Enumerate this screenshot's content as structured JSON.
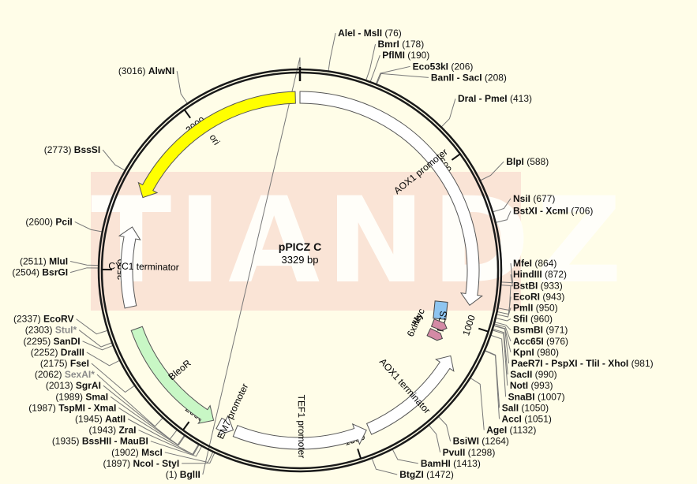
{
  "plasmid": {
    "name": "pPICZ C",
    "size": "3329 bp",
    "length": 3329
  },
  "watermark": "TIANDZ",
  "colors": {
    "background": "#fffde8",
    "ori": "#ffff00",
    "BleoR": "#c8f7c5",
    "MCS": "#8ec5f0",
    "tags": "#d48aa5"
  },
  "ticks": [
    {
      "bp": 500,
      "label": "500"
    },
    {
      "bp": 1000,
      "label": "1000"
    },
    {
      "bp": 1500,
      "label": "1500"
    },
    {
      "bp": 2000,
      "label": "2000"
    },
    {
      "bp": 2500,
      "label": "2500"
    },
    {
      "bp": 3000,
      "label": "3000"
    }
  ],
  "features": [
    {
      "name": "AOX1 promoter",
      "start": 1,
      "end": 941,
      "type": "arrow",
      "color": "#ffffff"
    },
    {
      "name": "AOX1 terminator",
      "start": 1107,
      "end": 1448,
      "type": "arrow",
      "reverse": true,
      "color": "#ffffff"
    },
    {
      "name": "TEF1 promoter",
      "start": 1457,
      "end": 1868,
      "type": "arrow",
      "reverse": true,
      "color": "#ffffff"
    },
    {
      "name": "EM7 promoter",
      "start": 1875,
      "end": 1923,
      "type": "arrow",
      "reverse": true,
      "color": "#ffffff"
    },
    {
      "name": "BleoR",
      "start": 1942,
      "end": 2316,
      "type": "arrow",
      "reverse": true,
      "color": "#c8f7c5"
    },
    {
      "name": "CYC1 terminator",
      "start": 2385,
      "end": 2632,
      "type": "arrow",
      "color": "#ffffff"
    },
    {
      "name": "ori",
      "start": 2728,
      "end": 3316,
      "type": "arrow",
      "reverse": true,
      "color": "#ffff00"
    },
    {
      "name": "MCS",
      "start": 940,
      "end": 1020,
      "type": "box",
      "color": "#8ec5f0"
    },
    {
      "name": "Myc",
      "start": 1015,
      "end": 1050,
      "type": "tag",
      "color": "#d48aa5"
    },
    {
      "name": "6xHis",
      "start": 1055,
      "end": 1085,
      "type": "tag",
      "color": "#d48aa5"
    }
  ],
  "sites": [
    {
      "name": "BglII",
      "pos": "(1)",
      "bp": 1,
      "side": "left"
    },
    {
      "name": "AleI - MslI",
      "pos": "(76)",
      "bp": 76,
      "side": "right"
    },
    {
      "name": "BmrI",
      "pos": "(178)",
      "bp": 178,
      "side": "right"
    },
    {
      "name": "PflMI",
      "pos": "(190)",
      "bp": 190,
      "side": "right"
    },
    {
      "name": "Eco53kI",
      "pos": "(206)",
      "bp": 206,
      "side": "right"
    },
    {
      "name": "BanII - SacI",
      "pos": "(208)",
      "bp": 208,
      "side": "right"
    },
    {
      "name": "DraI - PmeI",
      "pos": "(413)",
      "bp": 413,
      "side": "right"
    },
    {
      "name": "BlpI",
      "pos": "(588)",
      "bp": 588,
      "side": "right"
    },
    {
      "name": "NsiI",
      "pos": "(677)",
      "bp": 677,
      "side": "right"
    },
    {
      "name": "BstXI - XcmI",
      "pos": "(706)",
      "bp": 706,
      "side": "right"
    },
    {
      "name": "MfeI",
      "pos": "(864)",
      "bp": 864,
      "side": "right"
    },
    {
      "name": "HindIII",
      "pos": "(872)",
      "bp": 872,
      "side": "right"
    },
    {
      "name": "BstBI",
      "pos": "(933)",
      "bp": 933,
      "side": "right"
    },
    {
      "name": "EcoRI",
      "pos": "(943)",
      "bp": 943,
      "side": "right"
    },
    {
      "name": "PmlI",
      "pos": "(950)",
      "bp": 950,
      "side": "right"
    },
    {
      "name": "SfiI",
      "pos": "(960)",
      "bp": 960,
      "side": "right"
    },
    {
      "name": "BsmBI",
      "pos": "(971)",
      "bp": 971,
      "side": "right"
    },
    {
      "name": "Acc65I",
      "pos": "(976)",
      "bp": 976,
      "side": "right"
    },
    {
      "name": "KpnI",
      "pos": "(980)",
      "bp": 980,
      "side": "right"
    },
    {
      "name": "PaeR7I - PspXI - TliI - XhoI",
      "pos": "(981)",
      "bp": 981,
      "side": "right"
    },
    {
      "name": "SacII",
      "pos": "(990)",
      "bp": 990,
      "side": "right"
    },
    {
      "name": "NotI",
      "pos": "(993)",
      "bp": 993,
      "side": "right"
    },
    {
      "name": "SnaBI",
      "pos": "(1007)",
      "bp": 1007,
      "side": "right"
    },
    {
      "name": "SalI",
      "pos": "(1050)",
      "bp": 1050,
      "side": "right"
    },
    {
      "name": "AccI",
      "pos": "(1051)",
      "bp": 1051,
      "side": "right"
    },
    {
      "name": "AgeI",
      "pos": "(1132)",
      "bp": 1132,
      "side": "right"
    },
    {
      "name": "BsiWI",
      "pos": "(1264)",
      "bp": 1264,
      "side": "right"
    },
    {
      "name": "PvuII",
      "pos": "(1298)",
      "bp": 1298,
      "side": "right"
    },
    {
      "name": "BamHI",
      "pos": "(1413)",
      "bp": 1413,
      "side": "right"
    },
    {
      "name": "BtgZI",
      "pos": "(1472)",
      "bp": 1472,
      "side": "right"
    },
    {
      "name": "NcoI - StyI",
      "pos": "(1897)",
      "bp": 1897,
      "side": "left"
    },
    {
      "name": "MscI",
      "pos": "(1902)",
      "bp": 1902,
      "side": "left"
    },
    {
      "name": "BssHII - MauBI",
      "pos": "(1935)",
      "bp": 1935,
      "side": "left"
    },
    {
      "name": "ZraI",
      "pos": "(1943)",
      "bp": 1943,
      "side": "left"
    },
    {
      "name": "AatII",
      "pos": "(1945)",
      "bp": 1945,
      "side": "left"
    },
    {
      "name": "TspMI - XmaI",
      "pos": "(1987)",
      "bp": 1987,
      "side": "left"
    },
    {
      "name": "SmaI",
      "pos": "(1989)",
      "bp": 1989,
      "side": "left"
    },
    {
      "name": "SgrAI",
      "pos": "(2013)",
      "bp": 2013,
      "side": "left"
    },
    {
      "name": "SexAI*",
      "pos": "(2062)",
      "bp": 2062,
      "side": "left",
      "dim": true
    },
    {
      "name": "FseI",
      "pos": "(2175)",
      "bp": 2175,
      "side": "left"
    },
    {
      "name": "DraIII",
      "pos": "(2252)",
      "bp": 2252,
      "side": "left"
    },
    {
      "name": "SanDI",
      "pos": "(2295)",
      "bp": 2295,
      "side": "left"
    },
    {
      "name": "StuI*",
      "pos": "(2303)",
      "bp": 2303,
      "side": "left",
      "dim": true
    },
    {
      "name": "EcoRV",
      "pos": "(2337)",
      "bp": 2337,
      "side": "left"
    },
    {
      "name": "BsrGI",
      "pos": "(2504)",
      "bp": 2504,
      "side": "left"
    },
    {
      "name": "MluI",
      "pos": "(2511)",
      "bp": 2511,
      "side": "left"
    },
    {
      "name": "PciI",
      "pos": "(2600)",
      "bp": 2600,
      "side": "left"
    },
    {
      "name": "BssSI",
      "pos": "(2773)",
      "bp": 2773,
      "side": "left"
    },
    {
      "name": "AlwNI",
      "pos": "(3016)",
      "bp": 3016,
      "side": "left"
    }
  ]
}
